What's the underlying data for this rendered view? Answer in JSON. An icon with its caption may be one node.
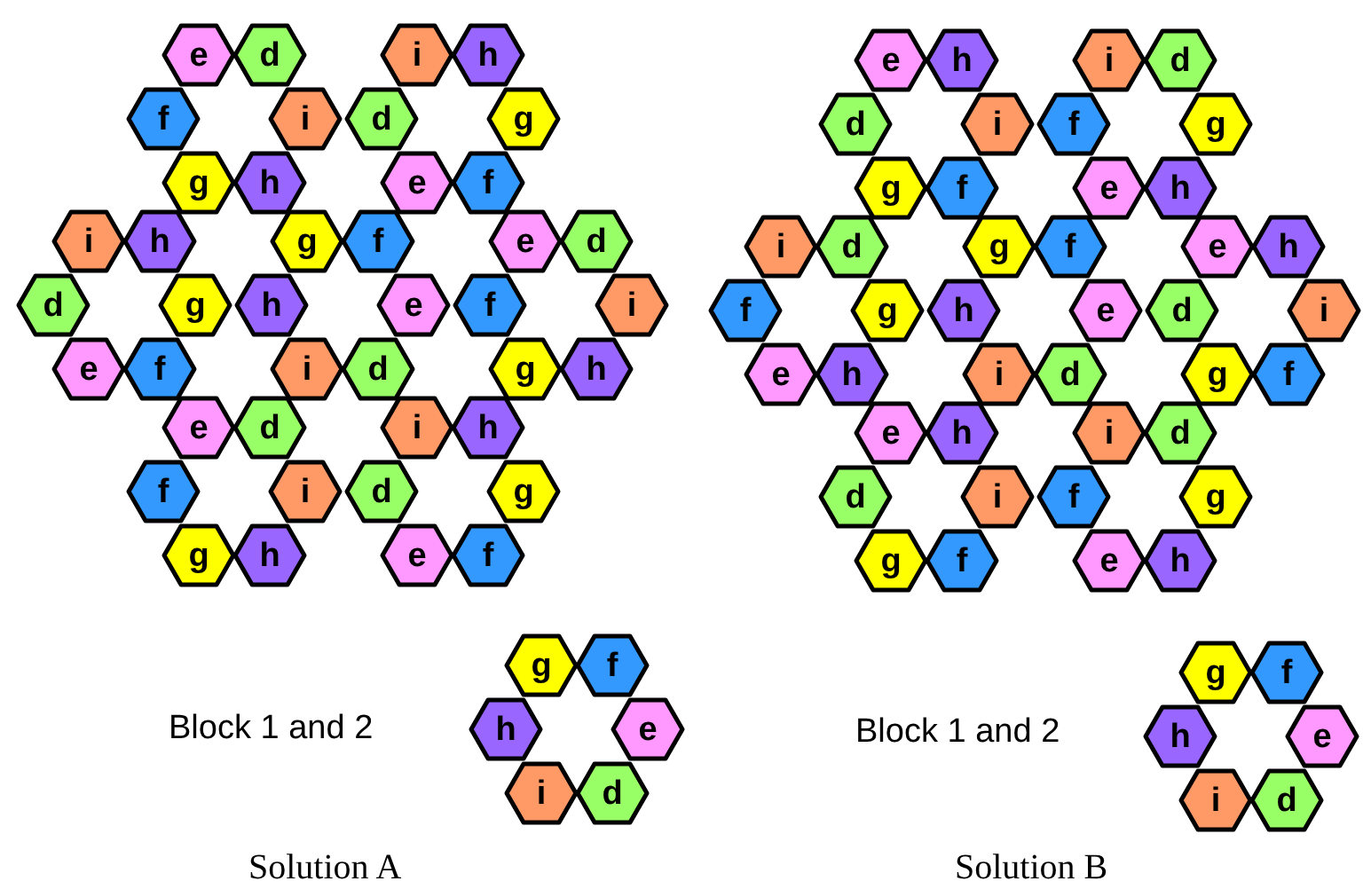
{
  "diagram": {
    "nodes": [
      {
        "text": [
          "e"
        ]
      },
      {
        "text": [
          "d"
        ]
      },
      {
        "text": [
          "f"
        ]
      },
      {
        "text": [
          "i"
        ]
      },
      {
        "text": [
          "g"
        ]
      },
      {
        "text": [
          "h"
        ]
      },
      {
        "text": [
          "i"
        ]
      },
      {
        "text": [
          "h"
        ]
      },
      {
        "text": [
          "d"
        ]
      },
      {
        "text": [
          "g"
        ]
      },
      {
        "text": [
          "e"
        ]
      },
      {
        "text": [
          "f"
        ]
      },
      {
        "text": [
          "i"
        ]
      },
      {
        "text": [
          "h"
        ]
      },
      {
        "text": [
          "d"
        ]
      },
      {
        "text": [
          "g"
        ]
      },
      {
        "text": [
          "e"
        ]
      },
      {
        "text": [
          "f"
        ]
      },
      {
        "text": [
          "g"
        ]
      },
      {
        "text": [
          "f"
        ]
      },
      {
        "text": [
          "h"
        ]
      },
      {
        "text": [
          "e"
        ]
      },
      {
        "text": [
          "i"
        ]
      },
      {
        "text": [
          "d"
        ]
      },
      {
        "text": [
          "e"
        ]
      },
      {
        "text": [
          "d"
        ]
      },
      {
        "text": [
          "f"
        ]
      },
      {
        "text": [
          "i"
        ]
      },
      {
        "text": [
          "g"
        ]
      },
      {
        "text": [
          "h"
        ]
      },
      {
        "text": [
          "e"
        ]
      },
      {
        "text": [
          "d"
        ]
      },
      {
        "text": [
          "f"
        ]
      },
      {
        "text": [
          "i"
        ]
      },
      {
        "text": [
          "g"
        ]
      },
      {
        "text": [
          "h"
        ]
      },
      {
        "text": [
          "i"
        ]
      },
      {
        "text": [
          "h"
        ]
      },
      {
        "text": [
          "d"
        ]
      },
      {
        "text": [
          "g"
        ]
      },
      {
        "text": [
          "e"
        ]
      },
      {
        "text": [
          "f"
        ]
      },
      {
        "text": [
          "e"
        ]
      },
      {
        "text": [
          "h"
        ]
      },
      {
        "text": [
          "d"
        ]
      },
      {
        "text": [
          "i"
        ]
      },
      {
        "text": [
          "g"
        ]
      },
      {
        "text": [
          "f"
        ]
      },
      {
        "text": [
          "i"
        ]
      },
      {
        "text": [
          "d"
        ]
      },
      {
        "text": [
          "f"
        ]
      },
      {
        "text": [
          "g"
        ]
      },
      {
        "text": [
          "e"
        ]
      },
      {
        "text": [
          "h"
        ]
      },
      {
        "text": [
          "i"
        ]
      },
      {
        "text": [
          "d"
        ]
      },
      {
        "text": [
          "f"
        ]
      },
      {
        "text": [
          "g"
        ]
      },
      {
        "text": [
          "e"
        ]
      },
      {
        "text": [
          "h"
        ]
      },
      {
        "text": [
          "g"
        ]
      },
      {
        "text": [
          "f"
        ]
      },
      {
        "text": [
          "h"
        ]
      },
      {
        "text": [
          "e"
        ]
      },
      {
        "text": [
          "i"
        ]
      },
      {
        "text": [
          "d"
        ]
      },
      {
        "text": [
          "e"
        ]
      },
      {
        "text": [
          "h"
        ]
      },
      {
        "text": [
          "d"
        ]
      },
      {
        "text": [
          "i"
        ]
      },
      {
        "text": [
          "g"
        ]
      },
      {
        "text": [
          "f"
        ]
      },
      {
        "text": [
          "e"
        ]
      },
      {
        "text": [
          "h"
        ]
      },
      {
        "text": [
          "d"
        ]
      },
      {
        "text": [
          "i"
        ]
      },
      {
        "text": [
          "g"
        ]
      },
      {
        "text": [
          "f"
        ]
      },
      {
        "text": [
          "i"
        ]
      },
      {
        "text": [
          "d"
        ]
      },
      {
        "text": [
          "f"
        ]
      },
      {
        "text": [
          "g"
        ]
      },
      {
        "text": [
          "e"
        ]
      },
      {
        "text": [
          "h"
        ]
      },
      {
        "text": [
          "g"
        ]
      },
      {
        "text": [
          "f"
        ]
      },
      {
        "text": [
          "h"
        ]
      },
      {
        "text": [
          "e"
        ]
      },
      {
        "text": [
          "i"
        ]
      },
      {
        "text": [
          "d"
        ]
      },
      {
        "text": [
          "g"
        ]
      },
      {
        "text": [
          "f"
        ]
      },
      {
        "text": [
          "h"
        ]
      },
      {
        "text": [
          "e"
        ]
      },
      {
        "text": [
          "i"
        ]
      },
      {
        "text": [
          "d"
        ]
      }
    ],
    "labels": [
      "Block 1 and 2",
      "Block 1 and 2",
      "Solution A",
      "Solution B"
    ]
  }
}
